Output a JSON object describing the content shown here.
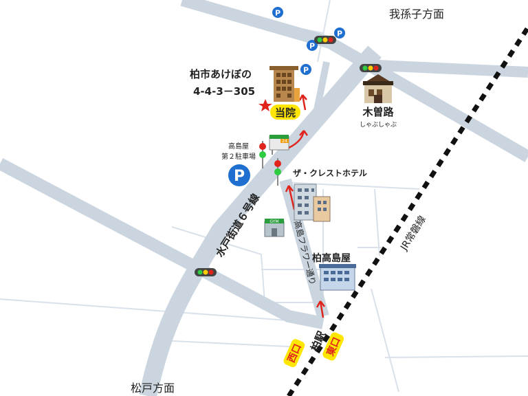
{
  "directions": {
    "abiko": "我孫子方面",
    "matsudo": "松戸方面"
  },
  "roads": {
    "mito_kaido": "水戸街道６号線",
    "takashima_flower": "高島フラワー通り"
  },
  "rail": {
    "jr_joban": "JR常磐線"
  },
  "clinic": {
    "address_line1": "柏市あけぼの",
    "address_line2": "4-4-3－305",
    "badge": "当院"
  },
  "landmarks": {
    "kiso_name": "木曽路",
    "kiso_sub": "しゃぶしゃぶ",
    "parking_line1": "高島屋",
    "parking_line2": "第２駐車場",
    "parking_symbol": "P",
    "hotel": "ザ・クレストホテル",
    "takashimaya": "柏高島屋",
    "gym": "GYM",
    "convenience": "24"
  },
  "station": {
    "west_exit": "西口",
    "name": "柏駅",
    "east_exit": "東口"
  },
  "colors": {
    "road": "#cad5df",
    "minor_road": "#d9e1ea",
    "parking": "#1e6fd0",
    "accent_yellow": "#ffe600",
    "route_red": "#e0241b",
    "star": "#e0241b"
  }
}
